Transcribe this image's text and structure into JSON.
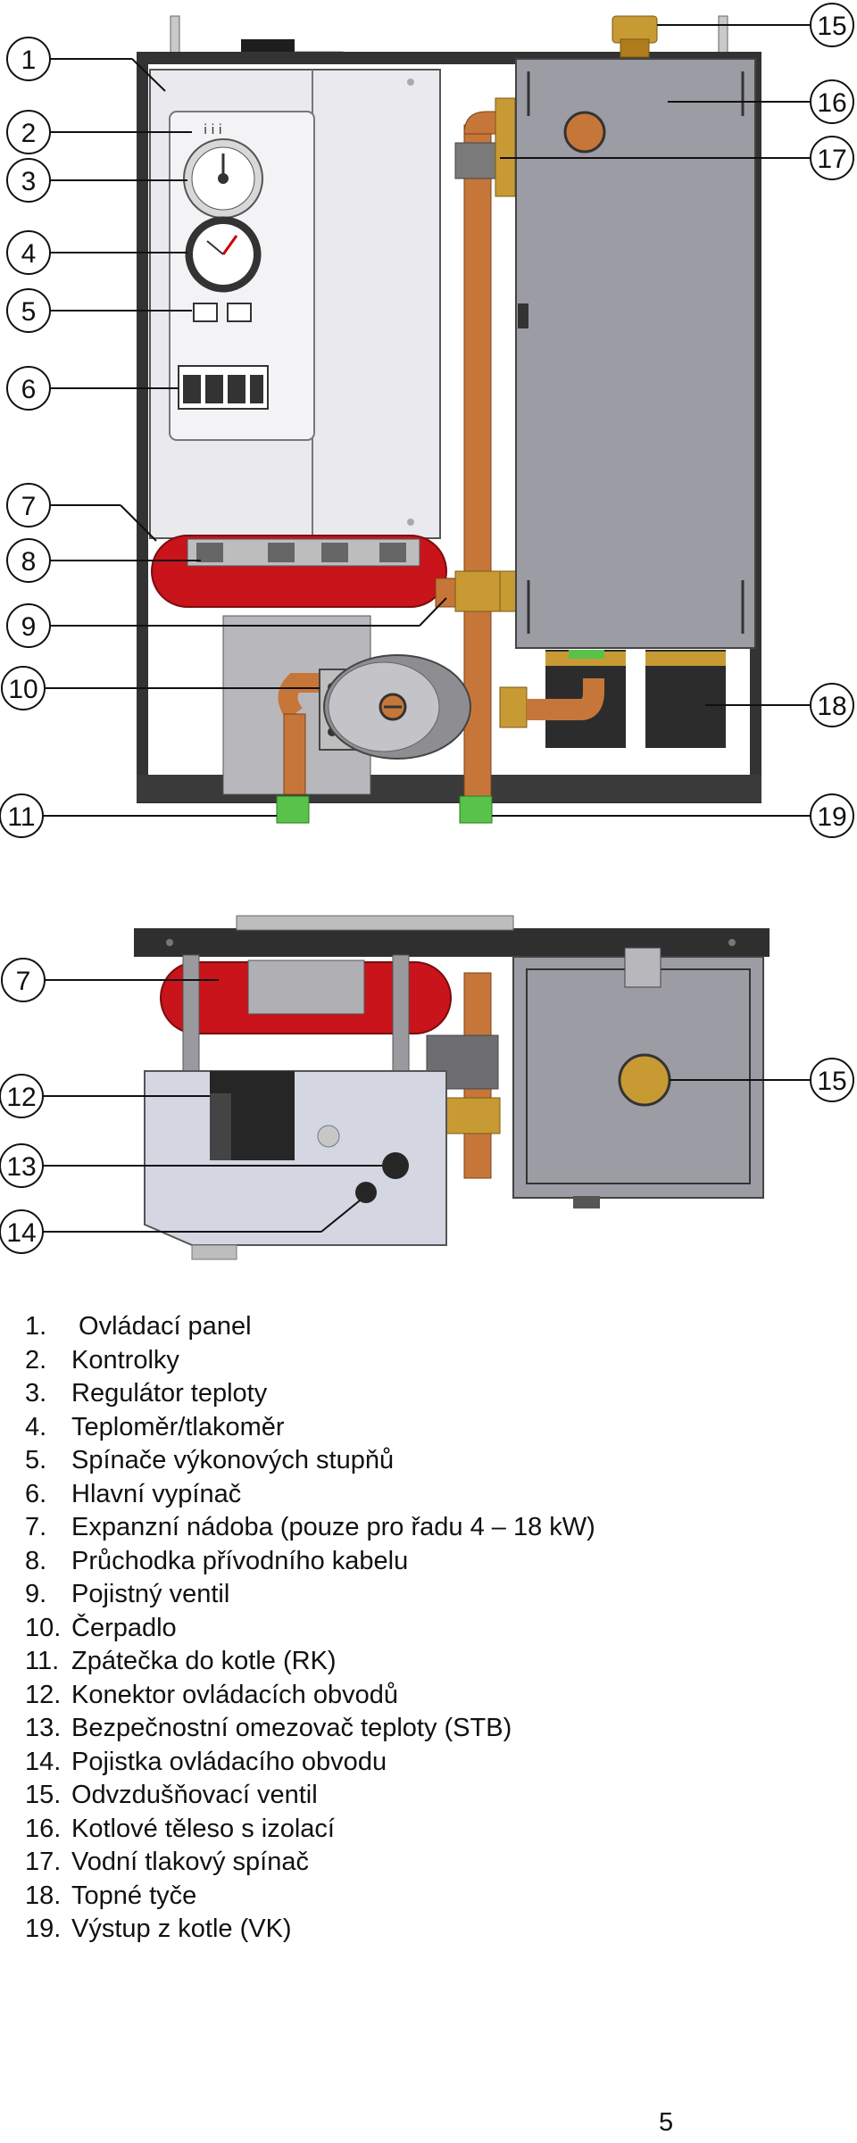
{
  "callouts_front": [
    "1",
    "2",
    "3",
    "4",
    "5",
    "6",
    "7",
    "8",
    "9",
    "10",
    "11",
    "15",
    "16",
    "17",
    "18",
    "19"
  ],
  "callouts_top": [
    "7",
    "12",
    "13",
    "14",
    "15"
  ],
  "legend": [
    {
      "num": "1.",
      "text": " Ovládací panel"
    },
    {
      "num": "2.",
      "text": "Kontrolky"
    },
    {
      "num": "3.",
      "text": "Regulátor teploty"
    },
    {
      "num": "4.",
      "text": "Teploměr/tlakoměr"
    },
    {
      "num": "5.",
      "text": "Spínače výkonových stupňů"
    },
    {
      "num": "6.",
      "text": "Hlavní vypínač"
    },
    {
      "num": "7.",
      "text": "Expanzní nádoba (pouze pro řadu 4 – 18 kW)"
    },
    {
      "num": "8.",
      "text": "Průchodka přívodního kabelu"
    },
    {
      "num": "9.",
      "text": "Pojistný ventil"
    },
    {
      "num": "10.",
      "text": "Čerpadlo"
    },
    {
      "num": "11.",
      "text": "Zpátečka do kotle (RK)"
    },
    {
      "num": "12.",
      "text": "Konektor ovládacích obvodů"
    },
    {
      "num": "13.",
      "text": "Bezpečnostní omezovač teploty (STB)"
    },
    {
      "num": "14.",
      "text": "Pojistka ovládacího obvodu"
    },
    {
      "num": "15.",
      "text": "Odvzdušňovací ventil"
    },
    {
      "num": "16.",
      "text": "Kotlové těleso s izolací"
    },
    {
      "num": "17.",
      "text": "Vodní tlakový spínač"
    },
    {
      "num": "18.",
      "text": "Topné tyče"
    },
    {
      "num": "19.",
      "text": "Výstup z kotle (VK)"
    }
  ],
  "page_number": "5",
  "colors": {
    "frame": "#2b2b2b",
    "panel": "#e9e9ee",
    "tank": "#9c9ca4",
    "red": "#c8141a",
    "copper": "#c7763a",
    "brass": "#c89a34",
    "green": "#59c24a",
    "heater": "#2c2c2c"
  }
}
